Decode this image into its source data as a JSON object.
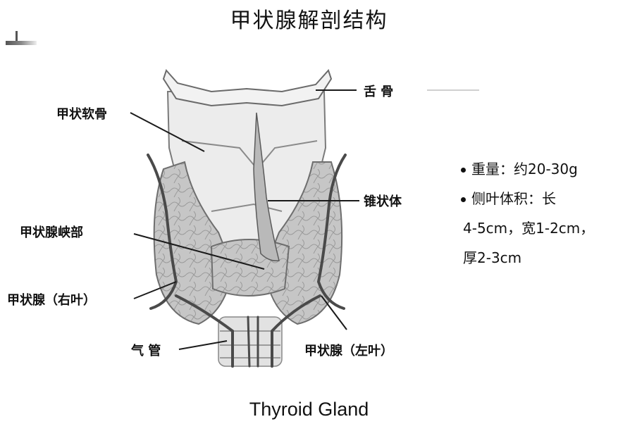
{
  "title": "甲状腺解剖结构",
  "caption": "Thyroid Gland",
  "labels": {
    "hyoid": "舌 骨",
    "thyroid_cartilage": "甲状软骨",
    "pyramidal_lobe": "锥状体",
    "isthmus": "甲状腺峡部",
    "right_lobe": "甲状腺（右叶）",
    "trachea": "气 管",
    "left_lobe": "甲状腺（左叶）"
  },
  "info": {
    "line1": "重量：约20-30g",
    "line2": "侧叶体积：长",
    "line3": "4-5cm，宽1-2cm，",
    "line4": "厚2-3cm"
  },
  "colors": {
    "cartilage": "#e6e6e6",
    "gland": "#c4c4c4",
    "vessel": "#4a4a4a",
    "leader": "#1a1a1a"
  },
  "icons": {
    "corner_mark": "ruler-tick-icon",
    "bullet": "bullet-dot-icon"
  }
}
